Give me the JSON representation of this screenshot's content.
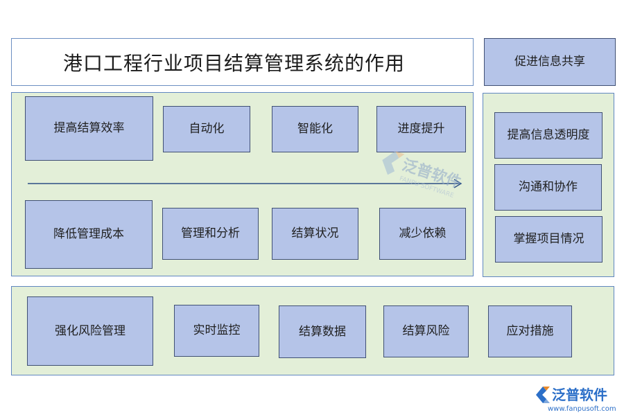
{
  "title": "港口工程行业项目结算管理系统的作用",
  "info_sharing": {
    "header": "促进信息共享",
    "items": [
      "提高信息透明度",
      "沟通和协作",
      "掌握项目情况"
    ]
  },
  "efficiency": {
    "main": "提高结算效率",
    "items": [
      "自动化",
      "智能化",
      "进度提升"
    ]
  },
  "cost": {
    "main": "降低管理成本",
    "items": [
      "管理和分析",
      "结算状况",
      "减少依赖"
    ]
  },
  "risk": {
    "main": "强化风险管理",
    "items": [
      "实时监控",
      "结算数据",
      "结算风险",
      "应对措施"
    ]
  },
  "watermark": {
    "brand_cn": "泛普软件",
    "brand_en": "FANPU SOFTWARE",
    "url": "www.fanpusoft.com"
  },
  "colors": {
    "box_fill": "#b5c4e8",
    "panel_fill": "#e3efd8",
    "arrow": "#2c4f86",
    "logo_blue": "#2c6fc8",
    "logo_orange": "#e98a2b"
  }
}
